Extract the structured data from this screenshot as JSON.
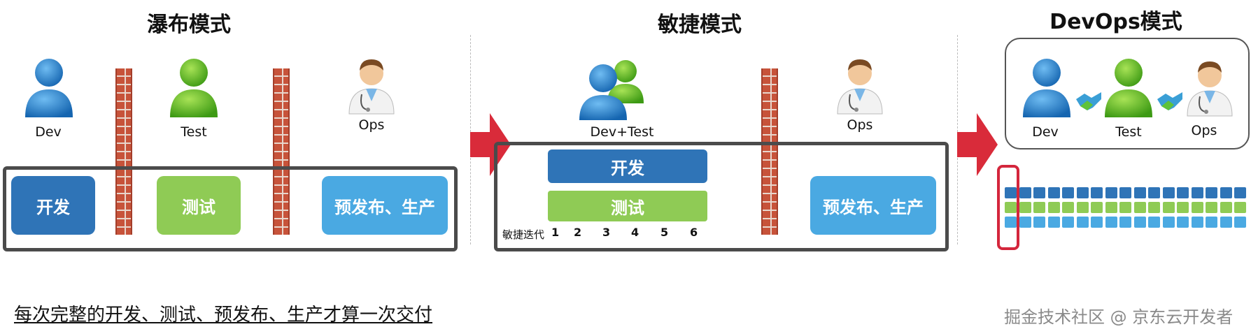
{
  "waterfall": {
    "title": "瀑布模式",
    "dev_label": "Dev",
    "test_label": "Test",
    "ops_label": "Ops",
    "box_dev": "开发",
    "box_test": "测试",
    "box_release": "预发布、生产"
  },
  "agile": {
    "title": "敏捷模式",
    "devtest_label": "Dev+Test",
    "ops_label": "Ops",
    "box_dev": "开发",
    "box_test": "测试",
    "box_release": "预发布、生产",
    "iteration_label": "敏捷迭代",
    "iterations": [
      "1",
      "2",
      "3",
      "4",
      "5",
      "6"
    ]
  },
  "devops": {
    "title": "DevOps模式",
    "dev_label": "Dev",
    "test_label": "Test",
    "ops_label": "Ops"
  },
  "footer": {
    "note": "每次完整的开发、测试、预发布、生产才算一次交付",
    "watermark": "掘金技术社区 @ 京东云开发者"
  },
  "colors": {
    "dev_blue": "#2f74b7",
    "test_green": "#8fcb55",
    "release_blue": "#4aa9e2",
    "arrow_red": "#d92b3a"
  }
}
